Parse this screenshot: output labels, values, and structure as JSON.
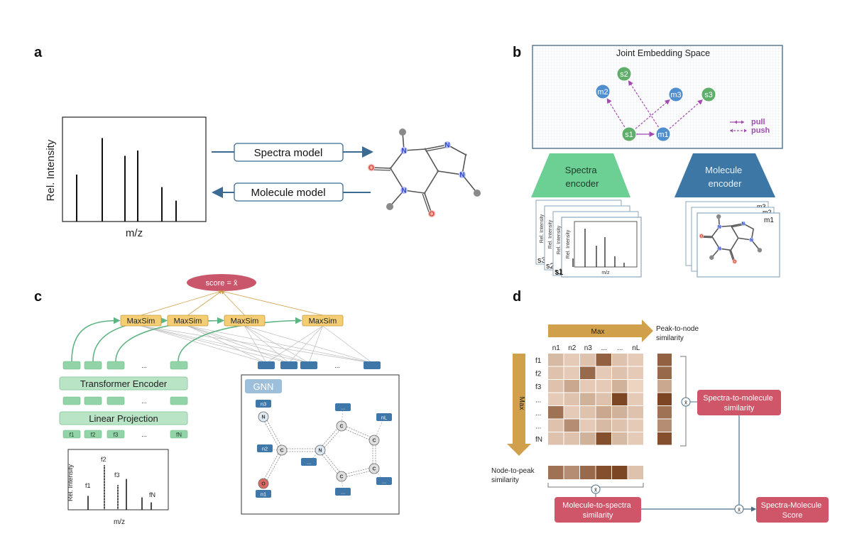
{
  "colors": {
    "green_node": "#5fae6a",
    "blue_node": "#4f8fcf",
    "purple_arrow": "#a24ab1",
    "spectra_encoder": "#6ccf94",
    "molecule_encoder": "#3d77a6",
    "score_pill": "#c9566a",
    "maxsim_fill": "#f5cd73",
    "feature_green": "#93d3a8",
    "node_blue": "#3f78a8",
    "gold_arrow": "#d0a14a",
    "heat_dark": "#6e3410",
    "red_box": "#cf5668"
  },
  "panel_a": {
    "label": "a",
    "ylabel": "Rel. Intensity",
    "xlabel": "m/z",
    "spectra_model": "Spectra model",
    "molecule_model": "Molecule model",
    "peak_heights": [
      0.45,
      0.8,
      0.63,
      0.68,
      0.33,
      0.2
    ],
    "molecule_atoms": [
      "O",
      "O",
      "N",
      "N",
      "N",
      "N"
    ]
  },
  "panel_b": {
    "label": "b",
    "title": "Joint Embedding Space",
    "nodes": [
      "s1",
      "s2",
      "s3",
      "m1",
      "m2",
      "m3"
    ],
    "legend_pull": "pull",
    "legend_push": "push",
    "spectra_encoder": "Spectra\nencoder",
    "molecule_encoder": "Molecule\nencoder",
    "stack_spectra": [
      "s3",
      "s2",
      "s1"
    ],
    "stack_molecule": [
      "m3",
      "m2",
      "m1"
    ],
    "card_ylabel": "Rel. Intensity",
    "card_xlabel": "m/z",
    "card_peak_heights": [
      0.2,
      0.9,
      0.5,
      0.7,
      0.25,
      0.1
    ]
  },
  "panel_c": {
    "label": "c",
    "score": "score = x̂",
    "maxsim": [
      "MaxSim",
      "MaxSim",
      "MaxSim",
      "MaxSim"
    ],
    "ellipsis": "...",
    "transformer_encoder": "Transformer Encoder",
    "linear_projection": "Linear Projection",
    "features": [
      "f1",
      "f2",
      "f3",
      "...",
      "fN"
    ],
    "gnn": "GNN",
    "gnn_nodes": [
      "n3",
      "n2",
      "n1",
      "...",
      "nL",
      "...",
      "...",
      "...",
      "..."
    ],
    "atoms": [
      "N",
      "C",
      "O",
      "N",
      "C",
      "C",
      "C",
      "C"
    ],
    "spectrum_ylabel": "Rel. Intensity",
    "spectrum_xlabel": "m/z",
    "spectrum_peaks": [
      "f1",
      "f2",
      "f3",
      "fN"
    ]
  },
  "panel_d": {
    "label": "d",
    "max_top": "Max",
    "max_left": "Max",
    "peak_to_node": "Peak-to-node\nsimilarity",
    "columns": [
      "n1",
      "n2",
      "n3",
      "...",
      "...",
      "nL"
    ],
    "rows": [
      "f1",
      "f2",
      "f3",
      "...",
      "...",
      "...",
      "fN"
    ],
    "node_to_peak": "Node-to-peak\nsimilarity",
    "spectra_to_molecule": "Spectra-to-molecule\nsimilarity",
    "molecule_to_spectra": "Molecule-to-spectra\nsimilarity",
    "score": "Spectra-Molecule\nScore",
    "op": "x̄",
    "heatmap": [
      [
        0.25,
        0.15,
        0.2,
        0.75,
        0.2,
        0.15
      ],
      [
        0.2,
        0.15,
        0.7,
        0.15,
        0.2,
        0.15
      ],
      [
        0.2,
        0.35,
        0.15,
        0.15,
        0.3,
        0.1
      ],
      [
        0.15,
        0.2,
        0.3,
        0.2,
        0.9,
        0.15
      ],
      [
        0.65,
        0.15,
        0.2,
        0.35,
        0.3,
        0.2
      ],
      [
        0.2,
        0.5,
        0.15,
        0.25,
        0.2,
        0.15
      ],
      [
        0.2,
        0.2,
        0.3,
        0.85,
        0.25,
        0.15
      ]
    ],
    "row_max": [
      0.75,
      0.7,
      0.35,
      0.9,
      0.65,
      0.5,
      0.85
    ],
    "col_max": [
      0.65,
      0.5,
      0.7,
      0.85,
      0.9,
      0.2
    ]
  }
}
